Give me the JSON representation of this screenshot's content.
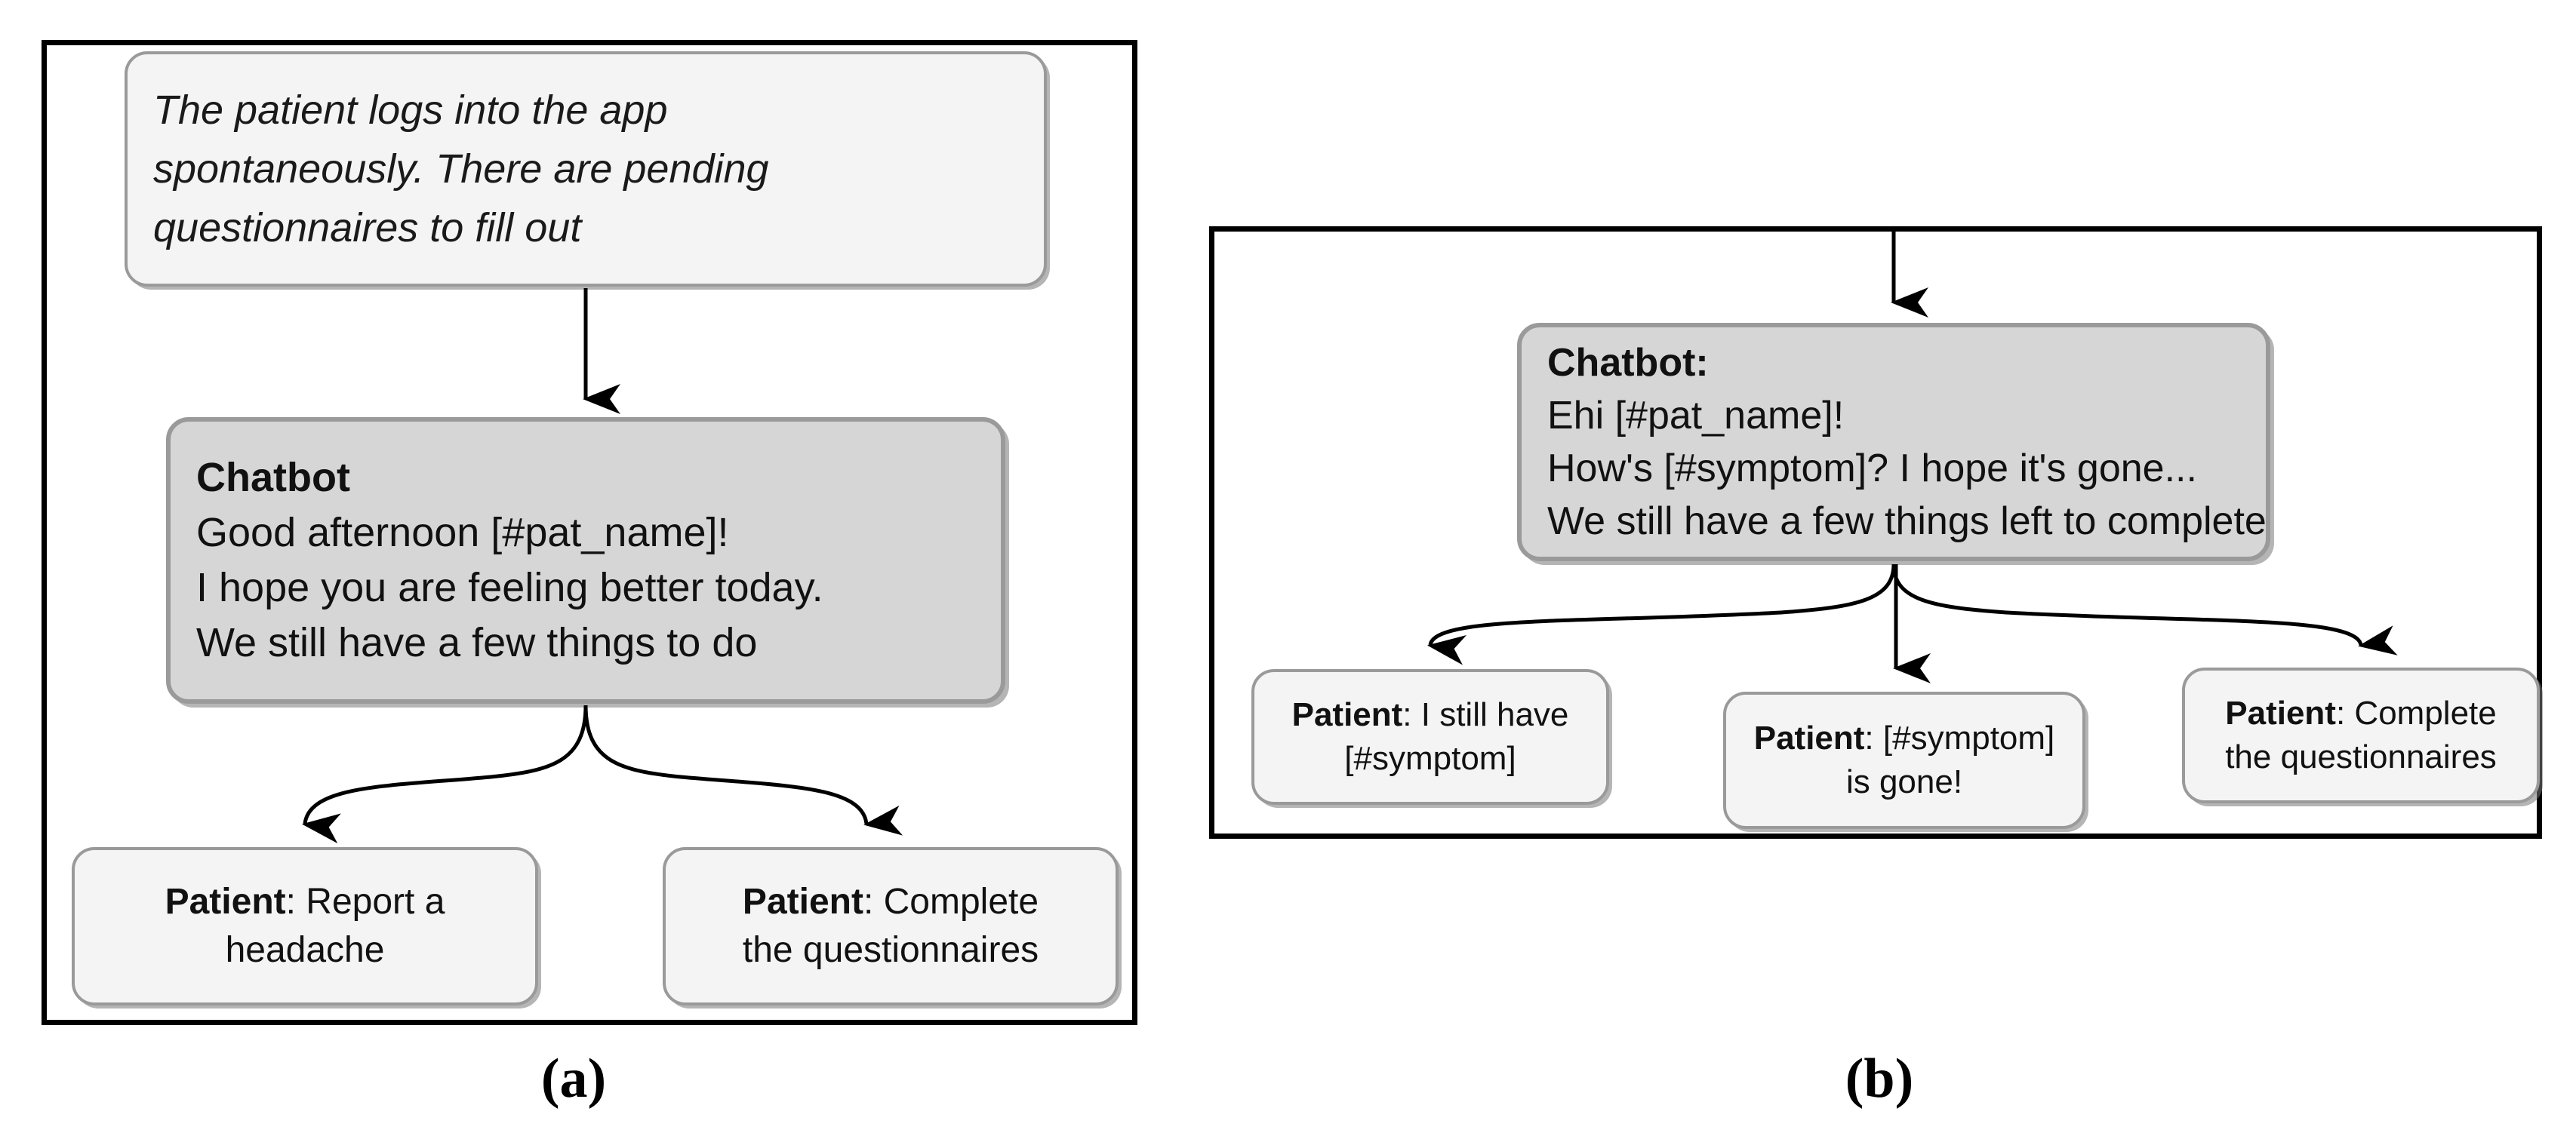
{
  "figure": {
    "panels": [
      {
        "id": "a",
        "caption": "(a)",
        "nodes": {
          "scenario": {
            "style": "light-italic",
            "lines": [
              "The patient logs into the app",
              "spontaneously. There are pending",
              "questionnaires to fill out"
            ]
          },
          "chatbot": {
            "style": "shaded",
            "speaker": "Chatbot",
            "lines": [
              "Good afternoon [#pat_name]!",
              "I hope you are feeling better today.",
              "We still have a few things to do"
            ]
          },
          "patient_options": [
            {
              "speaker": "Patient",
              "separator": ": ",
              "lines": [
                "Report a",
                "headache"
              ],
              "line1_prefix_inline": true
            },
            {
              "speaker": "Patient",
              "separator": ": ",
              "lines": [
                "Complete",
                "the questionnaires"
              ],
              "line1_prefix_inline": true
            }
          ]
        }
      },
      {
        "id": "b",
        "caption": "(b)",
        "nodes": {
          "chatbot": {
            "style": "shaded",
            "speaker": "Chatbot:",
            "lines": [
              "Ehi [#pat_name]!",
              "How's [#symptom]? I hope it's gone...",
              "We still have a few things left to complete"
            ]
          },
          "patient_options": [
            {
              "speaker": "Patient",
              "separator": ": ",
              "lines": [
                "I still have",
                "[#symptom]"
              ],
              "line1_prefix_inline": true
            },
            {
              "speaker": "Patient",
              "separator": ": ",
              "lines": [
                "[#symptom]",
                "is gone!"
              ],
              "line1_prefix_inline": true
            },
            {
              "speaker": "Patient",
              "separator": ": ",
              "lines": [
                "Complete",
                "the questionnaires"
              ],
              "line1_prefix_inline": true
            }
          ]
        }
      }
    ]
  },
  "colors": {
    "frame_border": "#000000",
    "node_light_fill": "#f4f4f4",
    "node_shaded_fill": "#d6d6d6",
    "node_border": "#9a9a9a",
    "connector": "#000000",
    "text": "#111111",
    "page_background": "#ffffff"
  },
  "text": {
    "a": {
      "scenario_l1": "The patient logs into the app",
      "scenario_l2": "spontaneously. There are pending",
      "scenario_l3": "questionnaires to fill out",
      "chatbot_speaker": "Chatbot",
      "chatbot_l1": "Good afternoon [#pat_name]!",
      "chatbot_l2": "I hope you are feeling better today.",
      "chatbot_l3": "We still have a few things to do",
      "p1_speaker": "Patient",
      "p1_sep": ": ",
      "p1_l1": "Report a",
      "p1_l2": "headache",
      "p2_speaker": "Patient",
      "p2_sep": ": ",
      "p2_l1": "Complete",
      "p2_l2": "the questionnaires",
      "caption": "(a)"
    },
    "b": {
      "chatbot_speaker": "Chatbot:",
      "chatbot_l1": "Ehi [#pat_name]!",
      "chatbot_l2": "How's [#symptom]? I hope it's gone...",
      "chatbot_l3": "We still have a few things left to complete",
      "p1_speaker": "Patient",
      "p1_sep": ": ",
      "p1_l1": "I still have",
      "p1_l2": "[#symptom]",
      "p2_speaker": "Patient",
      "p2_sep": ": ",
      "p2_l1": "[#symptom]",
      "p2_l2": "is gone!",
      "p3_speaker": "Patient",
      "p3_sep": ": ",
      "p3_l1": "Complete",
      "p3_l2": "the questionnaires",
      "caption": "(b)"
    }
  },
  "connectors": {
    "panel_a": [
      {
        "name": "scenario-to-chatbot",
        "kind": "straight-arrow-down"
      },
      {
        "name": "chatbot-to-patient-1",
        "kind": "curved-arrow-down-left"
      },
      {
        "name": "chatbot-to-patient-2",
        "kind": "curved-arrow-down-right"
      }
    ],
    "panel_b": [
      {
        "name": "incoming-to-chatbot",
        "kind": "straight-arrow-down"
      },
      {
        "name": "chatbot-to-patient-1",
        "kind": "curved-arrow-down-left"
      },
      {
        "name": "chatbot-to-patient-2",
        "kind": "straight-arrow-down"
      },
      {
        "name": "chatbot-to-patient-3",
        "kind": "curved-arrow-down-right"
      }
    ]
  }
}
